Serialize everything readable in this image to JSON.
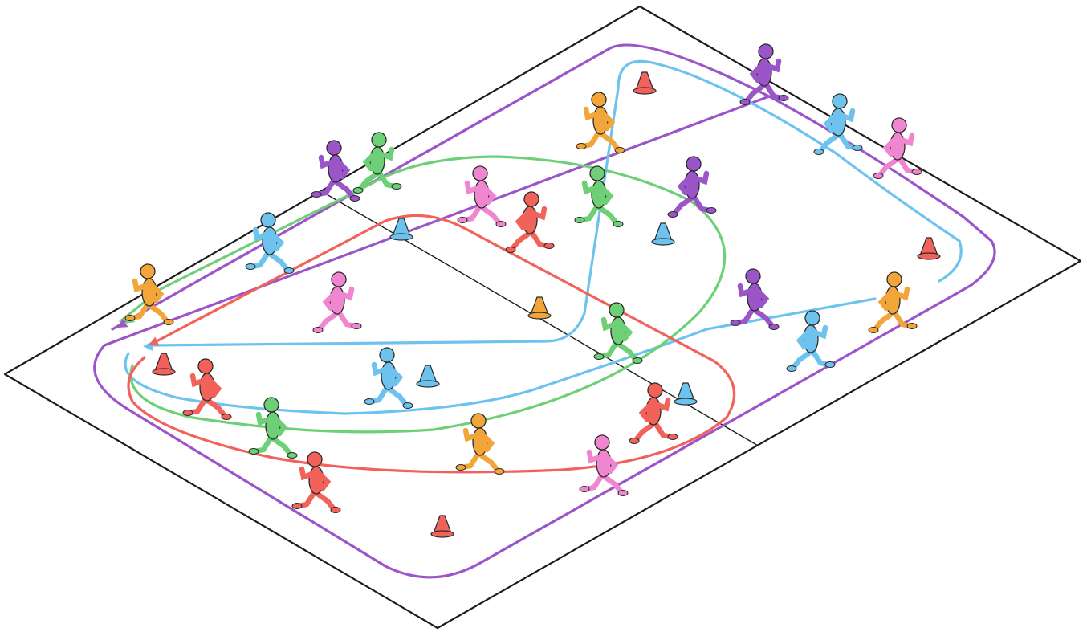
{
  "colors": {
    "red": "#f0625a",
    "blue": "#6ec3ee",
    "green": "#6dcf76",
    "purple": "#9b55c9",
    "orange": "#f2a63a",
    "pink": "#ef86cf",
    "field_line": "#1c1c1c"
  },
  "routes": [
    {
      "name": "purple-route",
      "color": "purple"
    },
    {
      "name": "blue-route",
      "color": "blue"
    },
    {
      "name": "green-route",
      "color": "green"
    },
    {
      "name": "red-route",
      "color": "red"
    }
  ],
  "cones": [
    "red",
    "blue",
    "blue",
    "orange",
    "red",
    "red",
    "blue",
    "blue",
    "red"
  ],
  "runners": [
    "purple",
    "blue",
    "pink",
    "orange",
    "green",
    "purple",
    "pink",
    "red",
    "purple",
    "green",
    "blue",
    "orange",
    "pink",
    "purple",
    "orange",
    "green",
    "blue",
    "red",
    "green",
    "blue",
    "orange",
    "red",
    "red",
    "pink"
  ],
  "runner_count": 24,
  "cone_count": 9
}
